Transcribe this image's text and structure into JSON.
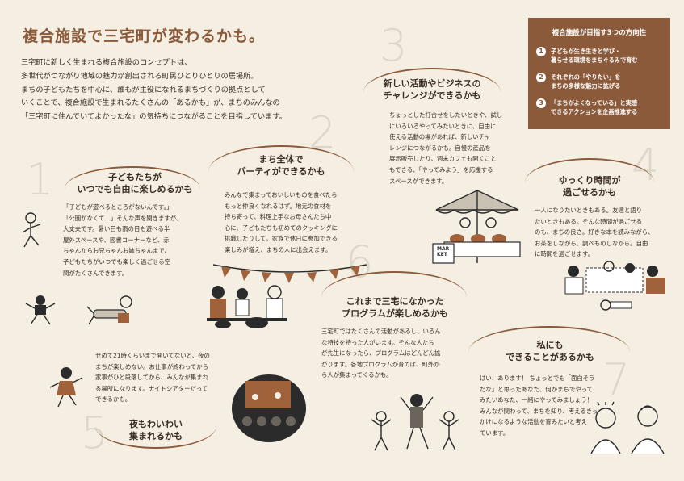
{
  "title": "複合施設で三宅町が変わるかも。",
  "intro": "三宅町に新しく生まれる複合施設のコンセプトは、\n多世代がつながり地域の魅力が創出される町民ひとりひとりの居場所。\nまちの子どもたちを中心に、誰もが主役になれるまちづくりの拠点として\nいくことで、複合施設で生まれるたくさんの「あるかも」が、まちのみんなの\n「三宅町に住んでいてよかったな」の気持ちにつながることを目指しています。",
  "directions": {
    "heading": "複合施設が目指す3つの方向性",
    "items": [
      {
        "num": "1",
        "text": "子どもが生き生きと学び・\n暮らせる環境をまちぐるみで育む"
      },
      {
        "num": "2",
        "text": "それぞれの「やりたい」を\nまちの多様な魅力に拡げる"
      },
      {
        "num": "3",
        "text": "「まちがよくなっている」と実感\nできるアクションを企画推進する"
      }
    ]
  },
  "sections": [
    {
      "num": "1",
      "title": "子どもたちが\nいつでも自由に楽しめるかも",
      "body": "「子どもが遊べるところがないんです。」\n「公園がなくて…」そんな声を聞きますが、\n大丈夫です。暑い日も雨の日も遊べる半\n屋外スペースや、図書コーナーなど、赤\nちゃんからお兄ちゃんお姉ちゃんまで、\n子どもたちがいつでも楽しく過ごせる空\n間がたくさんできます。"
    },
    {
      "num": "2",
      "title": "まち全体で\nパーティができるかも",
      "body": "みんなで集まっておいしいものを食べたら\nもっと仲良くなれるはず。地元の食材を\n持ち寄って、料理上手なお母さんたち中\n心に、子どもたちも初めてのクッキングに\n挑戦したりして。家族で休日に参加できる\n楽しみが増え、まちの人に出会えます。"
    },
    {
      "num": "3",
      "title": "新しい活動やビジネスの\nチャレンジができるかも",
      "body": "ちょっとした打合せをしたいときや、試し\nにいろいろやってみたいときに、自由に\n使える活動の場があれば、新しいチャ\nレンジにつながるかも。自慢の産品を\n展示販売したり、週末カフェも開くこと\nもできる、「やってみよう」を応援する\nスペースができます。"
    },
    {
      "num": "4",
      "title": "ゆっくり時間が\n過ごせるかも",
      "body": "一人になりたいときもある。友達と語り\nたいときもある。そんな時間が過ごせる\nのも、まちの良さ。好きな本を読みながら、\nお茶をしながら、調べものしながら。自由\nに時間を過ごせます。"
    },
    {
      "num": "5",
      "title": "夜もわいわい\n集まれるかも",
      "body": "せめて21時くらいまで開いてないと、夜の\nまちが楽しめない。お仕事が終わってから\n家事がひと段落してから、みんなが集まれ\nる場所になります。ナイトシアターだって\nできるかも。"
    },
    {
      "num": "6",
      "title": "これまで三宅になかった\nプログラムが楽しめるかも",
      "body": "三宅町ではたくさんの活動があるし、いろん\nな特技を持った人がいます。そんな人たち\nが先生になったら、プログラムはどんどん拡\nがります。各地プログラムが育てば、町外か\nら人が集まってくるかも。"
    },
    {
      "num": "7",
      "title": "私にも\nできることがあるかも",
      "body": "はい、あります！ ちょっとでも「面白そう\nだな」と思ったあなた、何かまちでやって\nみたいあなた、一緒にやってみましょう！\nみんなが関わって、まちを知り、考えるきっ\nかけになるような活動を育みたいと考え\nています。"
    }
  ],
  "market_sign": "MAR\nKET"
}
